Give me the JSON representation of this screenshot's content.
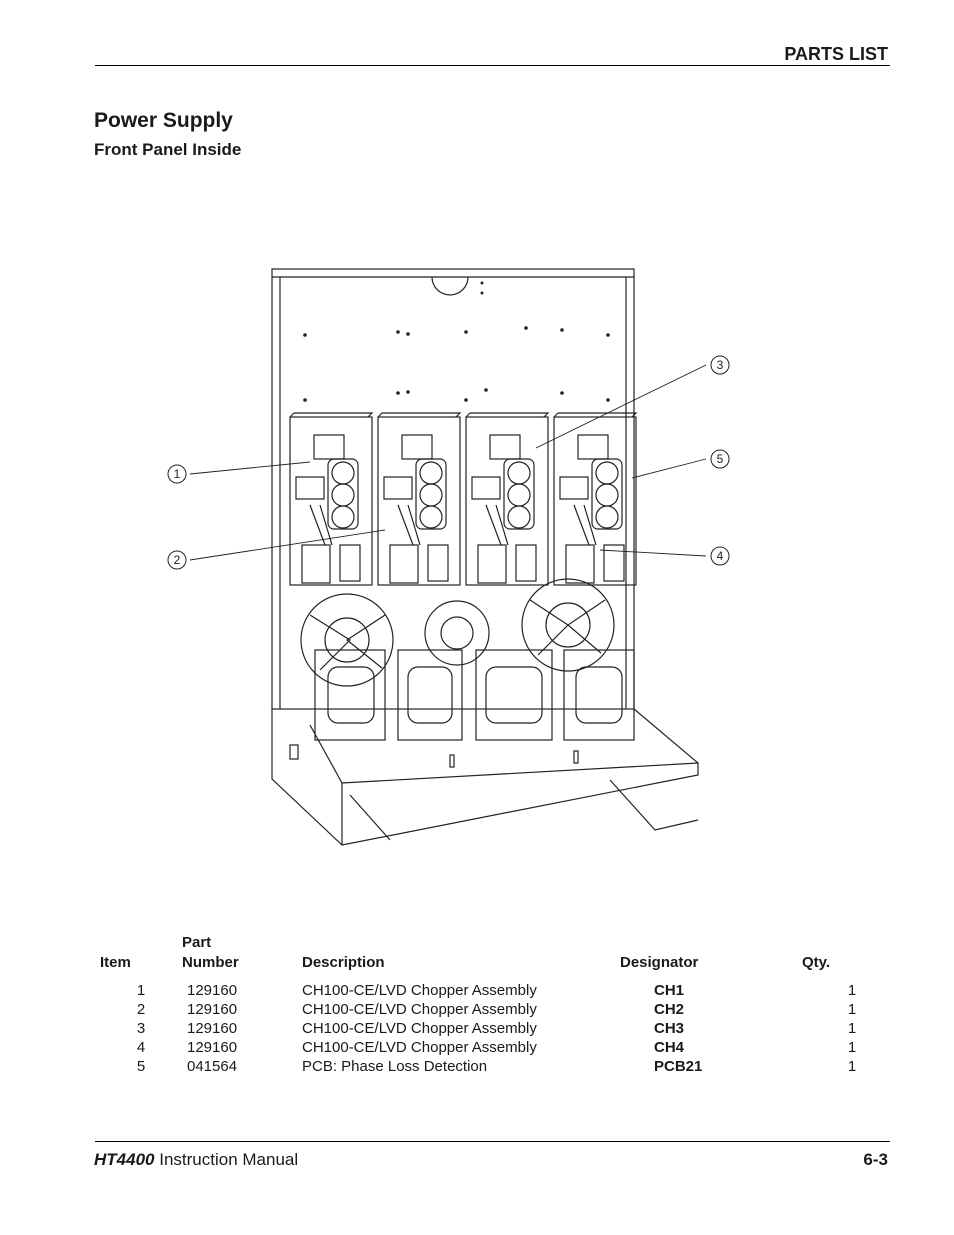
{
  "header": {
    "section_label": "PARTS LIST"
  },
  "title": "Power Supply",
  "subtitle": "Front Panel Inside",
  "figure": {
    "callouts": [
      "1",
      "2",
      "3",
      "4",
      "5"
    ]
  },
  "table": {
    "columns": {
      "item": "Item",
      "part_top": "Part",
      "part_bottom": "Number",
      "description": "Description",
      "designator": "Designator",
      "qty": "Qty."
    },
    "rows": [
      {
        "item": "1",
        "part": "129160",
        "description": "CH100-CE/LVD Chopper Assembly",
        "designator": "CH1",
        "qty": "1"
      },
      {
        "item": "2",
        "part": "129160",
        "description": "CH100-CE/LVD Chopper Assembly",
        "designator": "CH2",
        "qty": "1"
      },
      {
        "item": "3",
        "part": "129160",
        "description": "CH100-CE/LVD Chopper Assembly",
        "designator": "CH3",
        "qty": "1"
      },
      {
        "item": "4",
        "part": "129160",
        "description": "CH100-CE/LVD Chopper Assembly",
        "designator": "CH4",
        "qty": "1"
      },
      {
        "item": "5",
        "part": "041564",
        "description": "PCB: Phase Loss Detection",
        "designator": "PCB21",
        "qty": "1"
      }
    ]
  },
  "footer": {
    "model": "HT4400",
    "manual": "Instruction Manual",
    "page": "6-3"
  }
}
